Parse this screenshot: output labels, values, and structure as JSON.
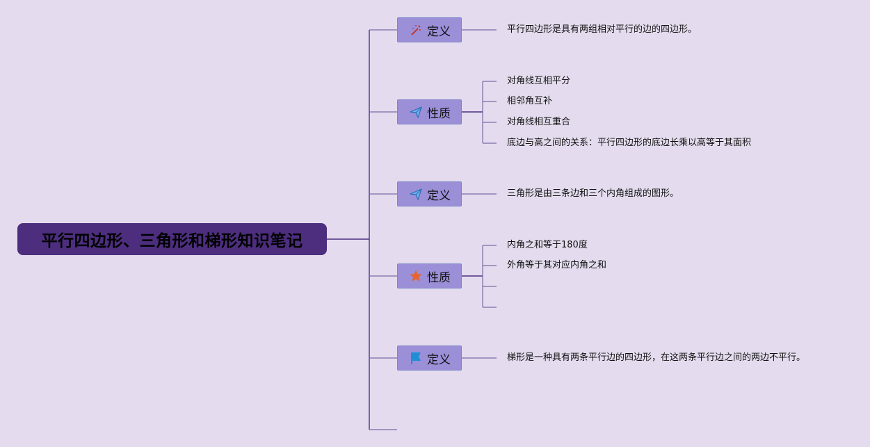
{
  "root": {
    "title": "平行四边形、三角形和梯形知识笔记"
  },
  "branches": [
    {
      "label": "定义",
      "icon": "magic-wand-icon",
      "leaves": [
        "平行四边形是具有两组相对平行的边的四边形。"
      ]
    },
    {
      "label": "性质",
      "icon": "paper-plane-icon",
      "leaves": [
        "对角线互相平分",
        "相邻角互补",
        "对角线相互重合",
        "底边与高之间的关系：平行四边形的底边长乘以高等于其面积"
      ]
    },
    {
      "label": "定义",
      "icon": "paper-plane-icon",
      "leaves": [
        "三角形是由三条边和三个内角组成的图形。"
      ]
    },
    {
      "label": "性质",
      "icon": "star-icon",
      "leaves": [
        "内角之和等于180度",
        "外角等于其对应内角之和"
      ]
    },
    {
      "label": "定义",
      "icon": "flag-icon",
      "leaves": [
        "梯形是一种具有两条平行边的四边形，在这两条平行边之间的两边不平行。"
      ]
    }
  ],
  "colors": {
    "background": "#e4dcee",
    "root": "#4d2e7e",
    "branch": "#9b8fd8",
    "line": "#7a6aa6",
    "line_dark": "#4d2e7e"
  }
}
